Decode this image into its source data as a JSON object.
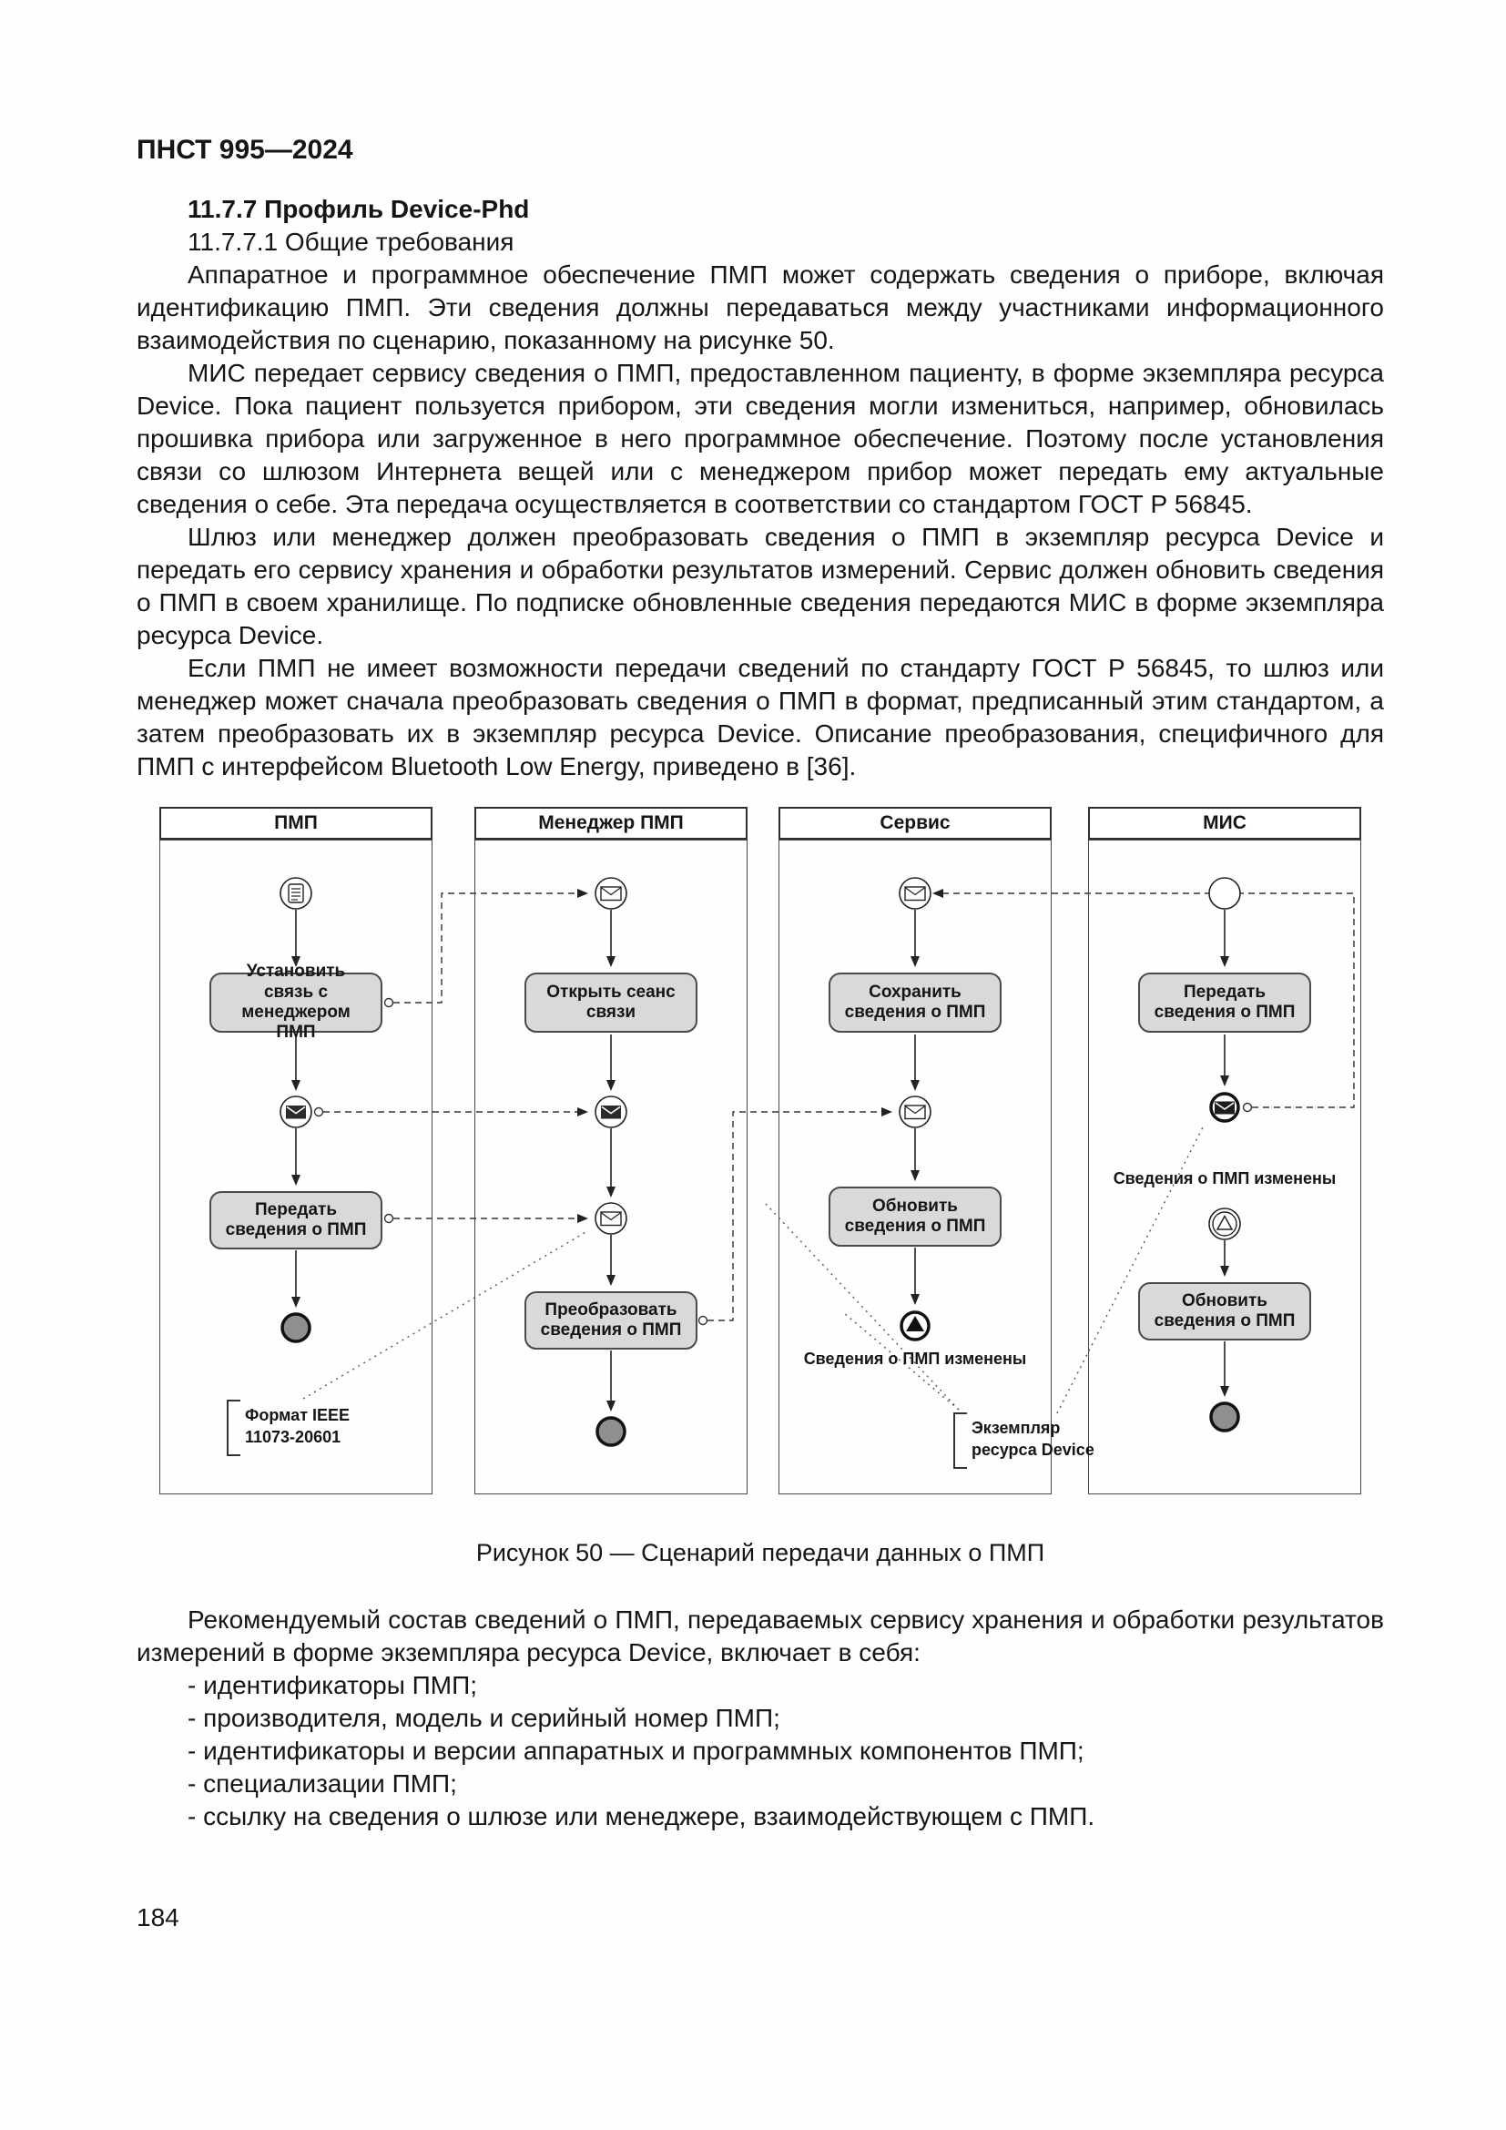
{
  "page": {
    "running_header": "ПНСТ 995—2024",
    "page_number": "184"
  },
  "section": {
    "heading": "11.7.7 Профиль Device-Phd",
    "subheading": "11.7.7.1 Общие требования",
    "paragraphs": [
      "Аппаратное и программное обеспечение ПМП может содержать сведения о приборе, включая идентификацию ПМП. Эти сведения должны передаваться между участниками информационного взаимодействия по сценарию, показанному на рисунке 50.",
      "МИС передает сервису сведения о ПМП, предоставленном пациенту, в форме экземпляра ресурса Device. Пока пациент пользуется прибором, эти сведения могли измениться, например, обновилась прошивка прибора или загруженное в него программное обеспечение. Поэтому после установления связи со шлюзом Интернета вещей или с менеджером прибор может передать ему актуальные сведения о себе. Эта передача осуществляется в соответствии со стандартом ГОСТ Р 56845.",
      "Шлюз или менеджер должен преобразовать сведения о ПМП в экземпляр ресурса Device и передать его сервису хранения и обработки результатов измерений. Сервис должен обновить сведения о ПМП в своем хранилище. По подписке обновленные сведения передаются МИС в форме экземпляра ресурса Device.",
      "Если ПМП не имеет возможности передачи сведений по стандарту ГОСТ Р 56845, то шлюз или менеджер может сначала преобразовать сведения о ПМП в формат, предписанный этим стандартом, а затем преобразовать их в экземпляр ресурса Device. Описание преобразования, специфичного для ПМП с интерфейсом Bluetooth Low Energy, приведено в [36]."
    ]
  },
  "figure": {
    "caption": "Рисунок 50 — Сценарий передачи данных о ПМП",
    "lanes": [
      {
        "title": "ПМП",
        "task1": "Установить связь с менеджером ПМП",
        "task2": "Передать сведения о ПМП",
        "annotation": "Формат IEEE 11073-20601"
      },
      {
        "title": "Менеджер ПМП",
        "task1": "Открыть сеанс связи",
        "task2": "Преобразовать сведения о ПМП"
      },
      {
        "title": "Сервис",
        "task1": "Сохранить сведения о ПМП",
        "task2": "Обновить сведения о ПМП",
        "event_label": "Сведения о ПМП изменены",
        "annotation": "Экземпляр ресурса Device"
      },
      {
        "title": "МИС",
        "task1": "Передать сведения о ПМП",
        "task2": "Обновить сведения о ПМП",
        "event_label": "Сведения о ПМП изменены"
      }
    ]
  },
  "closing": {
    "paragraph": "Рекомендуемый состав сведений о ПМП, передаваемых сервису хранения и обработки результатов измерений в форме экземпляра ресурса Device, включает в себя:",
    "items": [
      "- идентификаторы ПМП;",
      "- производителя, модель и серийный номер ПМП;",
      "- идентификаторы и версии аппаратных и программных компонентов ПМП;",
      "- специализации ПМП;",
      "- ссылку на сведения о шлюзе или менеджере, взаимодействующем с ПМП."
    ]
  }
}
